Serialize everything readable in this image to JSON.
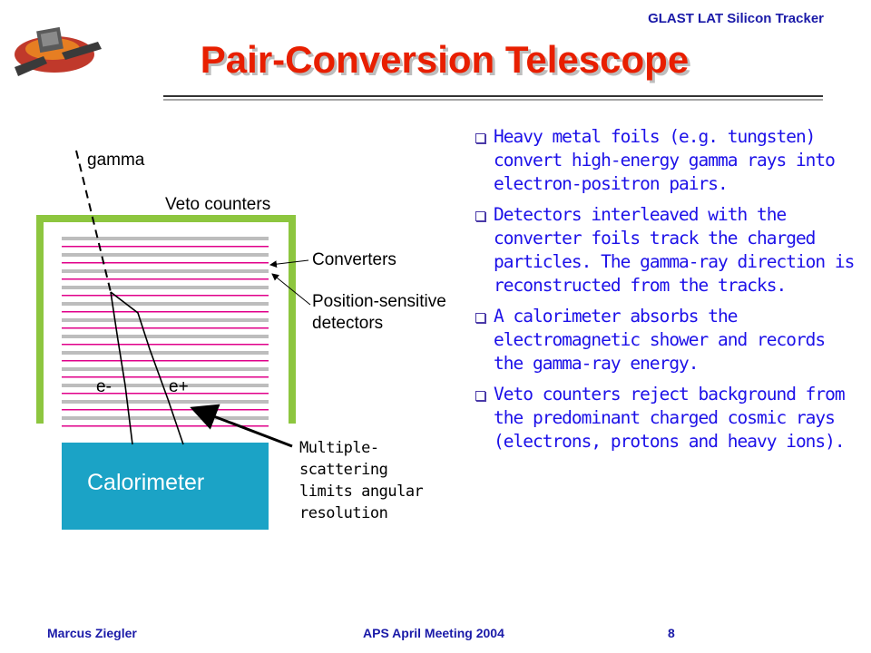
{
  "header": {
    "label": "GLAST LAT Silicon Tracker"
  },
  "title": "Pair-Conversion Telescope",
  "diagram": {
    "gamma_label": "gamma",
    "veto_label": "Veto counters",
    "converters_label": "Converters",
    "detectors_label_line1": "Position-sensitive",
    "detectors_label_line2": "detectors",
    "electron_label": "e-",
    "positron_label": "e+",
    "calorimeter_label": "Calorimeter",
    "annotation": "Multiple-scattering limits angular resolution",
    "colors": {
      "veto": "#8dc63f",
      "converter": "#e0008a",
      "detector": "#bdbdbd",
      "calorimeter": "#1ba3c6"
    }
  },
  "bullets": [
    "Heavy metal foils (e.g. tungsten) convert high-energy gamma rays into electron-positron pairs.",
    "Detectors interleaved with the converter foils track the charged particles.  The gamma-ray direction is reconstructed from the tracks.",
    "A calorimeter absorbs the electromagnetic shower and records the gamma-ray energy.",
    "Veto counters reject background from the predominant charged cosmic rays (electrons, protons and heavy ions)."
  ],
  "footer": {
    "author": "Marcus Ziegler",
    "meeting": "APS April Meeting 2004",
    "page": "8"
  }
}
